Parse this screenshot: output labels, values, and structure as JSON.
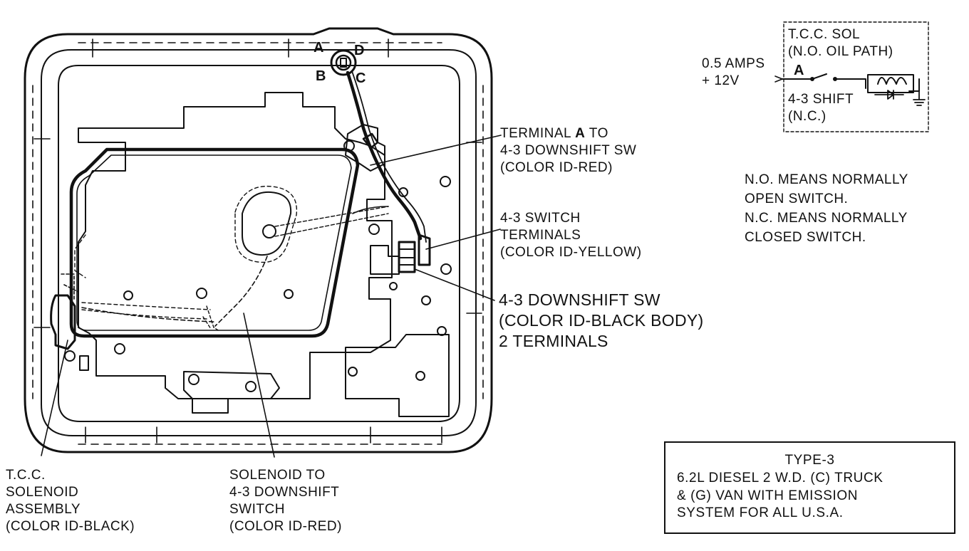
{
  "pins": {
    "a": "A",
    "b": "B",
    "c": "C",
    "d": "D"
  },
  "callouts": {
    "terminal_a": {
      "prefix": "TERMINAL ",
      "bold_letter": "A",
      "suffix": " TO",
      "line2": "4-3 DOWNSHIFT SW",
      "line3": "(COLOR ID-RED)"
    },
    "switch_terminals": {
      "line1": "4-3 SWITCH",
      "line2": "TERMINALS",
      "line3": "(COLOR ID-YELLOW)"
    },
    "downshift_sw": {
      "line1": "4-3 DOWNSHIFT SW",
      "line2": "(COLOR ID-BLACK BODY)",
      "line3": "2 TERMINALS"
    },
    "tcc_solenoid": {
      "line1": "T.C.C.",
      "line2": "SOLENOID",
      "line3": "ASSEMBLY",
      "line4": "(COLOR ID-BLACK)"
    },
    "solenoid_to_switch": {
      "line1": "SOLENOID TO",
      "line2": "4-3 DOWNSHIFT",
      "line3": "SWITCH",
      "line4": "(COLOR ID-RED)"
    }
  },
  "schematic": {
    "line1": "T.C.C. SOL",
    "line2": "(N.O. OIL PATH)",
    "line3": "4-3 SHIFT",
    "line4": "(N.C.)",
    "amps": "0.5 AMPS",
    "volts": "+ 12V",
    "terminal": "A"
  },
  "notes": {
    "line1": "N.O. MEANS NORMALLY",
    "line2": "OPEN SWITCH.",
    "line3": "N.C. MEANS NORMALLY",
    "line4": "CLOSED SWITCH."
  },
  "type_box": {
    "title": "TYPE-3",
    "line1": "6.2L DIESEL 2 W.D. (C) TRUCK",
    "line2": "& (G) VAN WITH EMISSION",
    "line3": "SYSTEM FOR ALL U.S.A."
  },
  "colors": {
    "ink": "#111111",
    "paper": "#ffffff"
  }
}
